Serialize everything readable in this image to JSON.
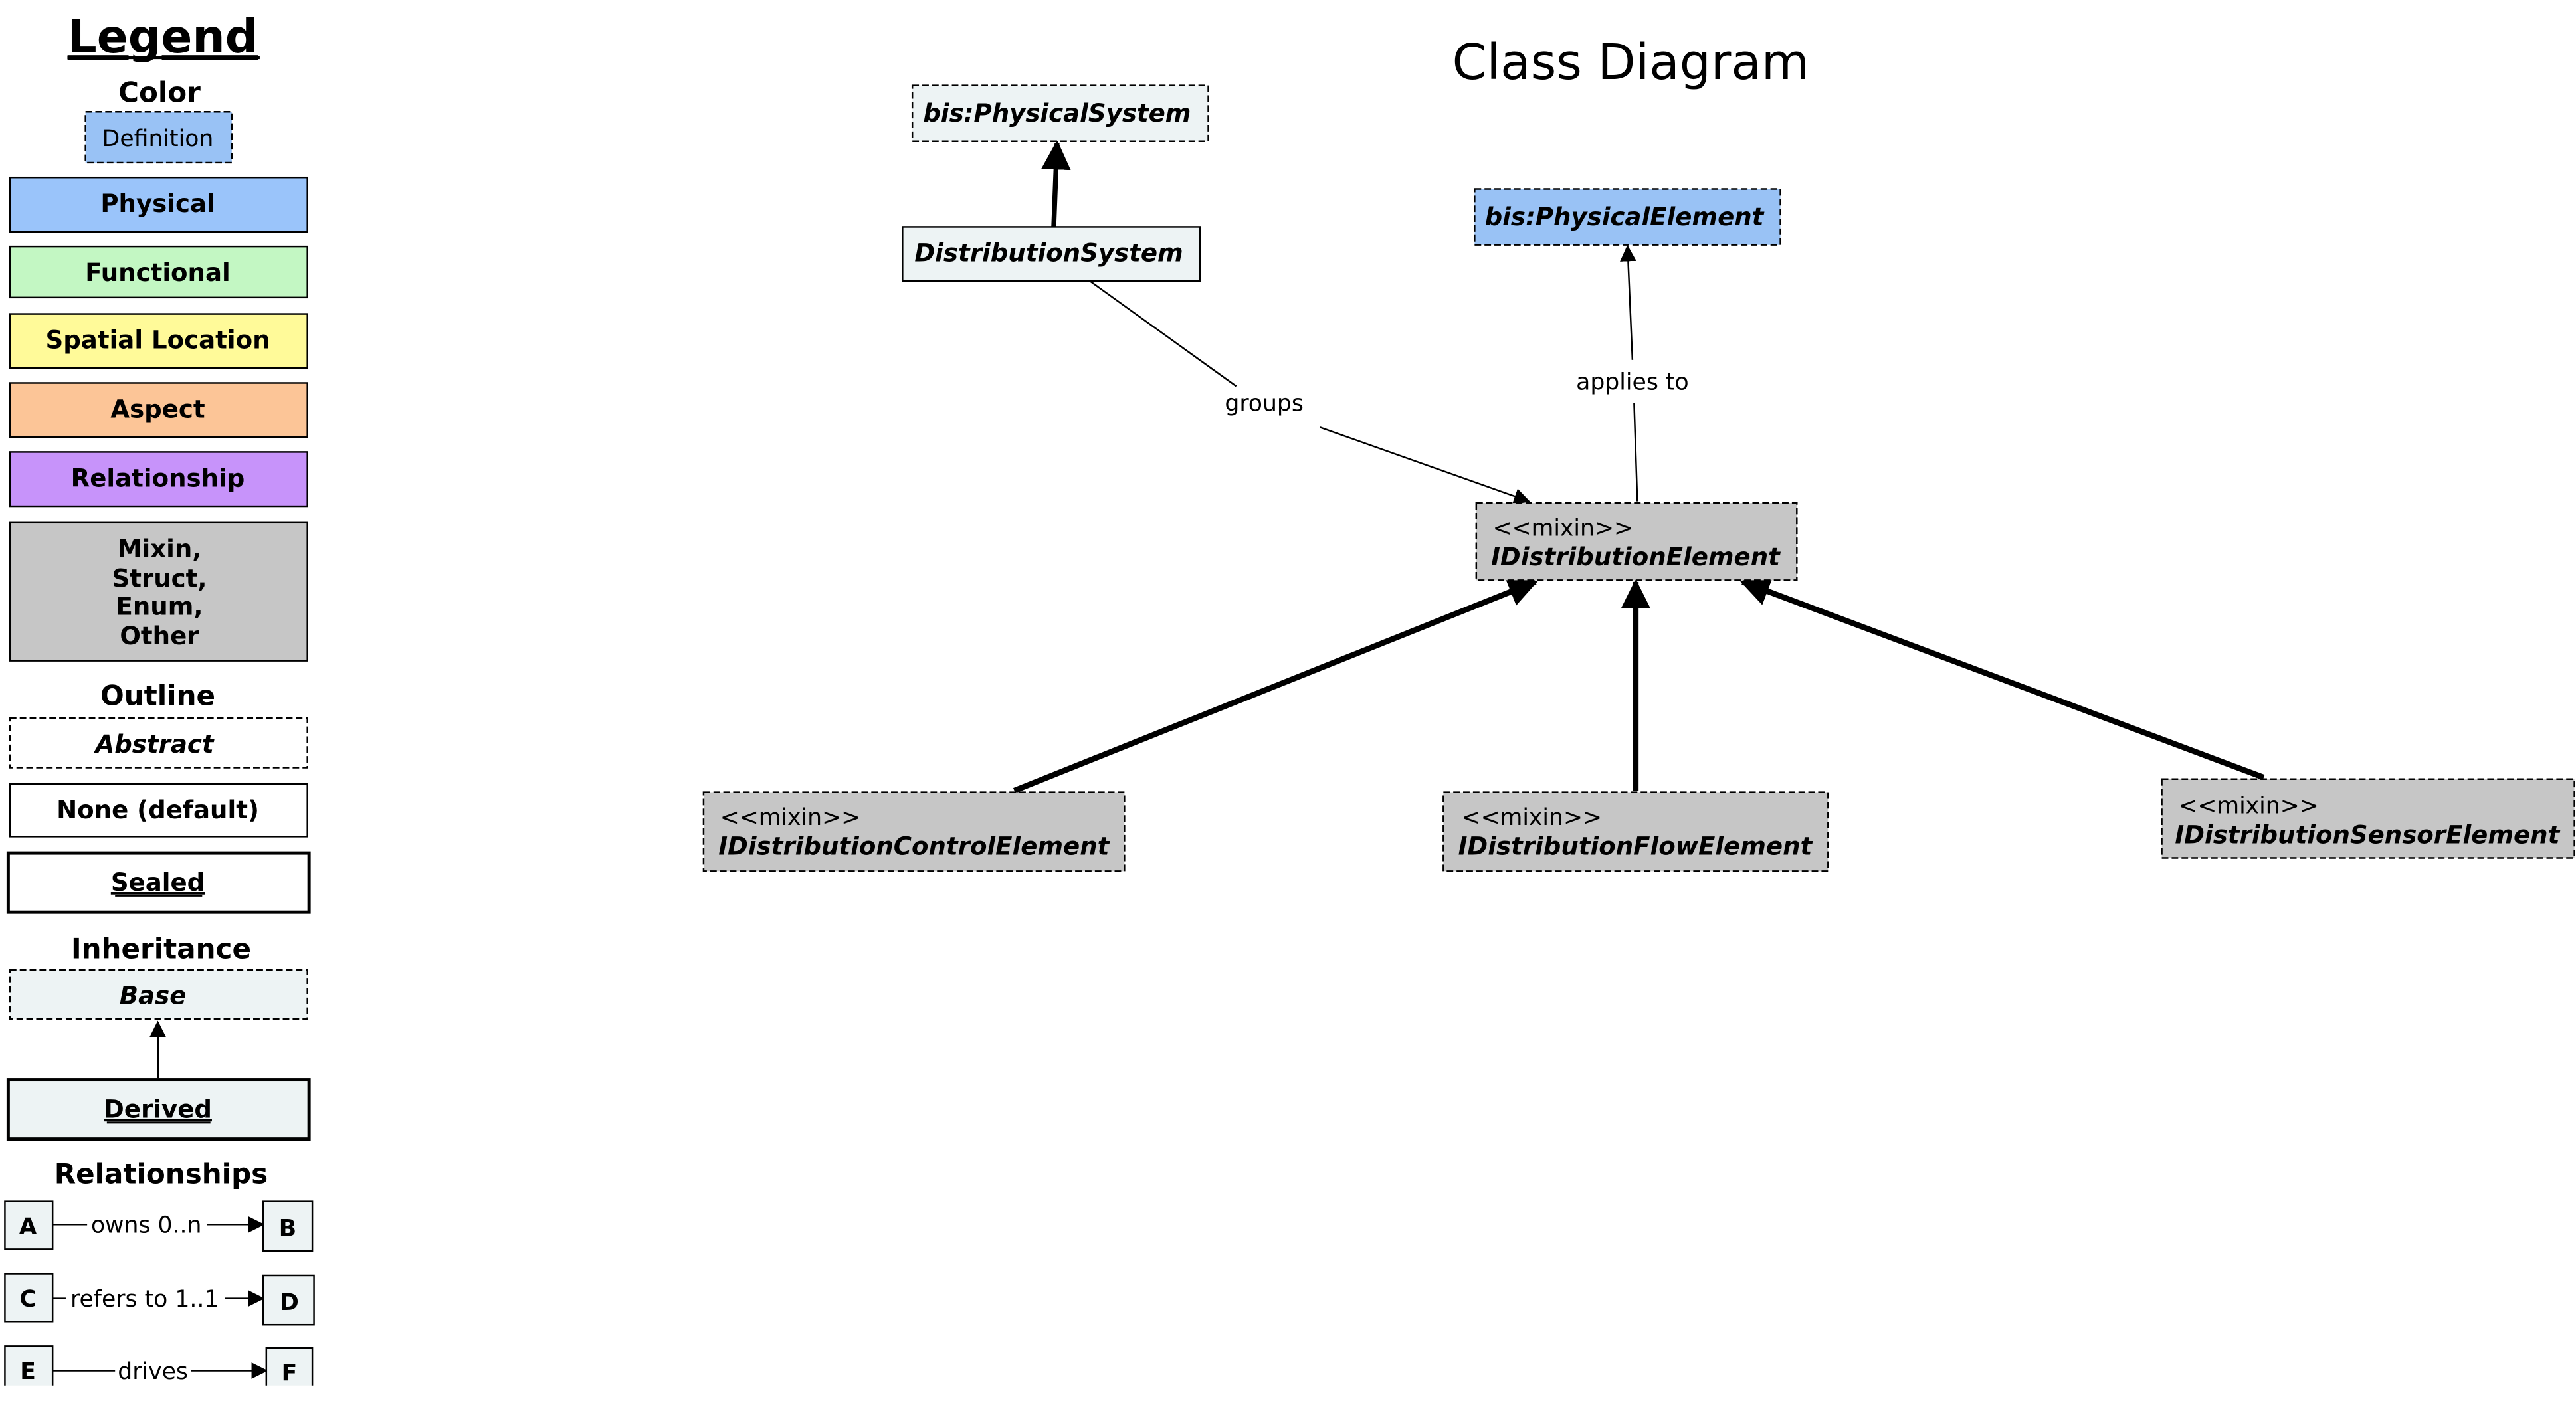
{
  "legend": {
    "title": "Legend",
    "color_heading": "Color",
    "definition": "Definition",
    "physical": "Physical",
    "functional": "Functional",
    "spatial": "Spatial Location",
    "aspect": "Aspect",
    "relationship": "Relationship",
    "mixin_lines": [
      "Mixin,",
      "Struct,",
      "Enum,",
      "Other"
    ],
    "outline_heading": "Outline",
    "abstract": "Abstract",
    "none_default": "None (default)",
    "sealed": "Sealed",
    "inheritance_heading": "Inheritance",
    "base": "Base",
    "derived": "Derived",
    "relationships_heading": "Relationships",
    "rel_rows": [
      {
        "from": "A",
        "label": "owns 0..n",
        "to": "B"
      },
      {
        "from": "C",
        "label": "refers to 1..1",
        "to": "D"
      },
      {
        "from": "E",
        "label": "drives",
        "to": "F"
      }
    ]
  },
  "colors": {
    "definition": "#99c2f5",
    "physical": "#9ac4fa",
    "functional": "#c3f7c3",
    "spatial": "#fffa99",
    "aspect": "#fcc597",
    "relationship": "#c793fa",
    "mixin": "#c6c6c6",
    "base": "#edf3f4"
  },
  "diagram": {
    "title": "Class Diagram",
    "stereotype": "<<mixin>>",
    "nodes": {
      "physical_system": "bis:PhysicalSystem",
      "distribution_system": "DistributionSystem",
      "physical_element": "bis:PhysicalElement",
      "i_distribution_element": "IDistributionElement",
      "i_control": "IDistributionControlElement",
      "i_flow": "IDistributionFlowElement",
      "i_sensor": "IDistributionSensorElement"
    },
    "edges": {
      "groups": "groups",
      "applies_to": "applies to"
    }
  }
}
